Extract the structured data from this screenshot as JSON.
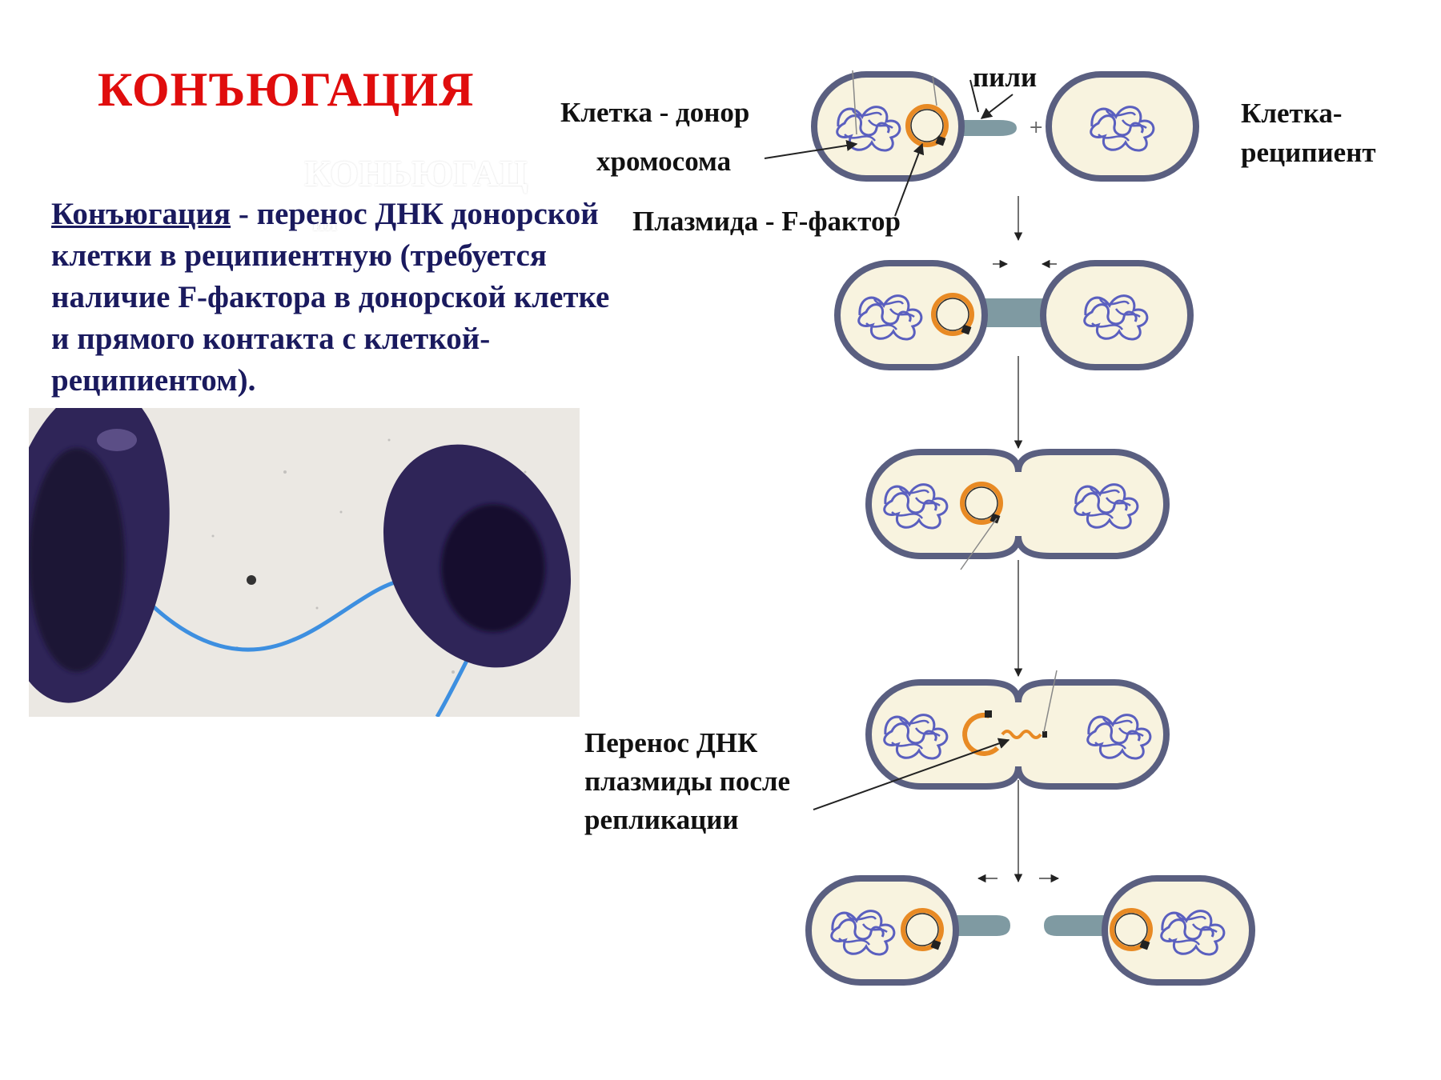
{
  "title": "КОНЪЮГАЦИЯ",
  "watermark": {
    "line1": "КОНЬЮГАЦ",
    "line2": "ия"
  },
  "definition": {
    "term": "Конъюгация",
    "text": " - перенос ДНК донорской клетки в реципиентную (требуется наличие F-фактора в донорской клетке и прямого контакта с клеткой-реципиентом)."
  },
  "labels": {
    "pili": "пили",
    "donor": "Клетка - донор",
    "chromosome": "хромосома",
    "plasmid": "Плазмида - F-фактор",
    "recipient_line1": "Клетка-",
    "recipient_line2": "реципиент",
    "transfer_line1": "Перенос ДНК",
    "transfer_line2": "плазмиды после",
    "transfer_line3": "репликации",
    "plus": "+"
  },
  "colors": {
    "title": "#e00d0d",
    "text": "#1a1a5e",
    "cell_wall": "#5a5f80",
    "cell_fill": "#f8f3df",
    "pilus": "#7f9aa2",
    "chromosome": "#5a5fbf",
    "plasmid": "#e88a24",
    "stain_cell": "#2f2558",
    "stain_pilus": "#3d8fe0"
  }
}
